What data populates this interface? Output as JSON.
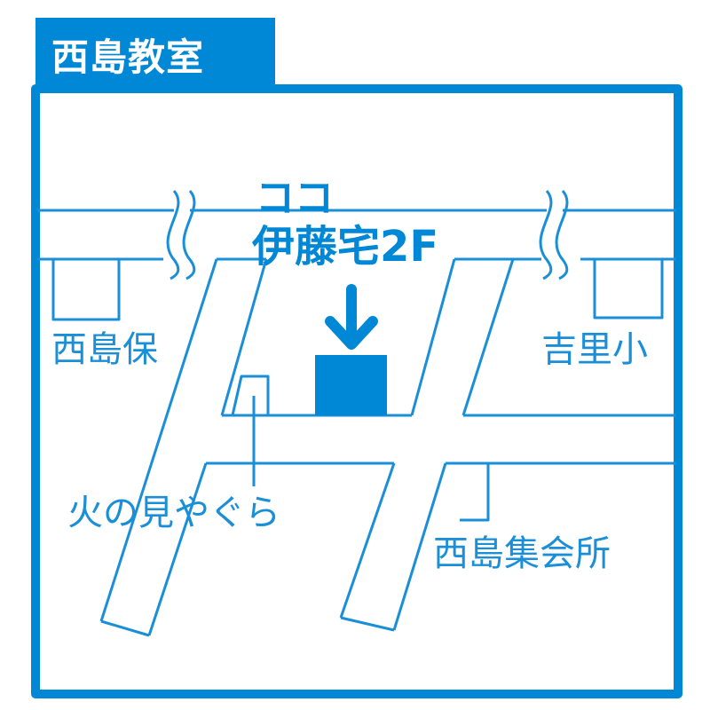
{
  "title": "西島教室",
  "destination": {
    "line1": "ココ",
    "line2": "伊藤宅2F"
  },
  "landmarks": {
    "nursery": "西島保",
    "school": "吉里小",
    "watchtower": "火の見やぐら",
    "hall": "西島集会所"
  },
  "colors": {
    "accent": "#0088d6",
    "line": "#1a8fd8",
    "background": "#ffffff"
  }
}
